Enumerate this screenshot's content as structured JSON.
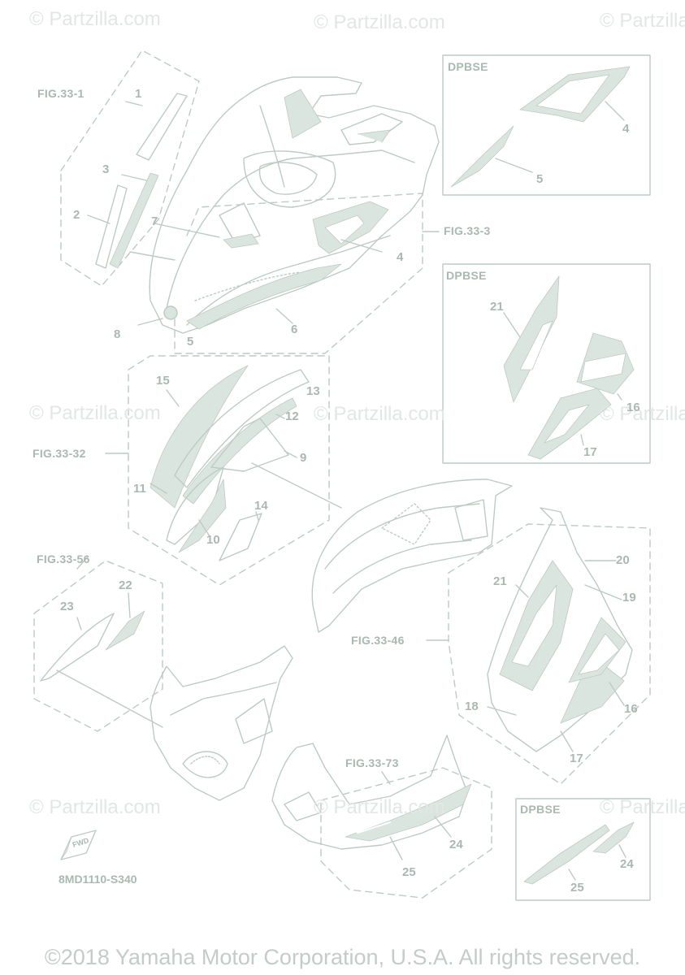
{
  "watermark": "© Partzilla.com",
  "figures": {
    "fig_33_1": "FIG.33-1",
    "fig_33_3": "FIG.33-3",
    "fig_33_32": "FIG.33-32",
    "fig_33_56": "FIG.33-56",
    "fig_33_46": "FIG.33-46",
    "fig_33_73": "FIG.33-73"
  },
  "variant_boxes": {
    "top": "DPBSE",
    "middle": "DPBSE",
    "bottom": "DPBSE"
  },
  "diagram_code": "8MD1110-S340",
  "fwd_label": "FWD",
  "copyright": "©2018 Yamaha Motor Corporation, U.S.A. All rights reserved.",
  "callouts": {
    "c1": "1",
    "c2": "2",
    "c3": "3",
    "c4a": "4",
    "c4b": "4",
    "c5a": "5",
    "c5b": "5",
    "c6": "6",
    "c7": "7",
    "c8": "8",
    "c9": "9",
    "c10": "10",
    "c11": "11",
    "c12": "12",
    "c13": "13",
    "c14": "14",
    "c15": "15",
    "c16a": "16",
    "c16b": "16",
    "c17a": "17",
    "c17b": "17",
    "c18": "18",
    "c19": "19",
    "c20": "20",
    "c21a": "21",
    "c21b": "21",
    "c22": "22",
    "c23": "23",
    "c24a": "24",
    "c24b": "24",
    "c25a": "25",
    "c25b": "25"
  },
  "colors": {
    "line": "#bccbc3",
    "text": "#a9b9b1",
    "fill": "#dbe5df",
    "watermark": "#e2e7e4"
  }
}
